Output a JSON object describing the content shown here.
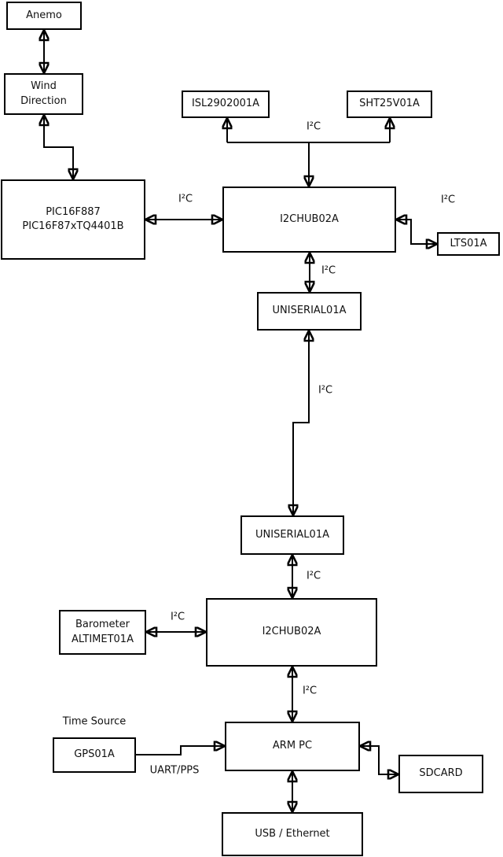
{
  "diagram": {
    "nodes": {
      "anemo": {
        "label": "Anemo"
      },
      "wind_direction": {
        "label": "Wind\nDirection"
      },
      "pic": {
        "label": "PIC16F887\nPIC16F87xTQ4401B"
      },
      "isl": {
        "label": "ISL2902001A"
      },
      "sht": {
        "label": "SHT25V01A"
      },
      "i2chub_top": {
        "label": "I2CHUB02A"
      },
      "lts": {
        "label": "LTS01A"
      },
      "uniserial_top": {
        "label": "UNISERIAL01A"
      },
      "uniserial_bottom": {
        "label": "UNISERIAL01A"
      },
      "i2chub_bottom": {
        "label": "I2CHUB02A"
      },
      "barometer": {
        "label": "Barometer\nALTIMET01A"
      },
      "gps": {
        "label": "GPS01A"
      },
      "arm_pc": {
        "label": "ARM PC"
      },
      "sdcard": {
        "label": "SDCARD"
      },
      "usb_ethernet": {
        "label": "USB / Ethernet"
      }
    },
    "edge_labels": {
      "i2c_sensors": "I²C",
      "i2c_pic_hub": "I²C",
      "i2c_hub_lts": "I²C",
      "i2c_hub_uniserial": "I²C",
      "i2c_uniserial_link": "I²C",
      "i2c_uniserial_hub2": "I²C",
      "i2c_barometer": "I²C",
      "i2c_hub2_armpc": "I²C",
      "uart_pps": "UART/PPS",
      "time_source": "Time Source"
    },
    "colors": {
      "line": "#000000",
      "box_fill": "#ffffff",
      "background": "#ffffff",
      "text": "#111111"
    }
  }
}
